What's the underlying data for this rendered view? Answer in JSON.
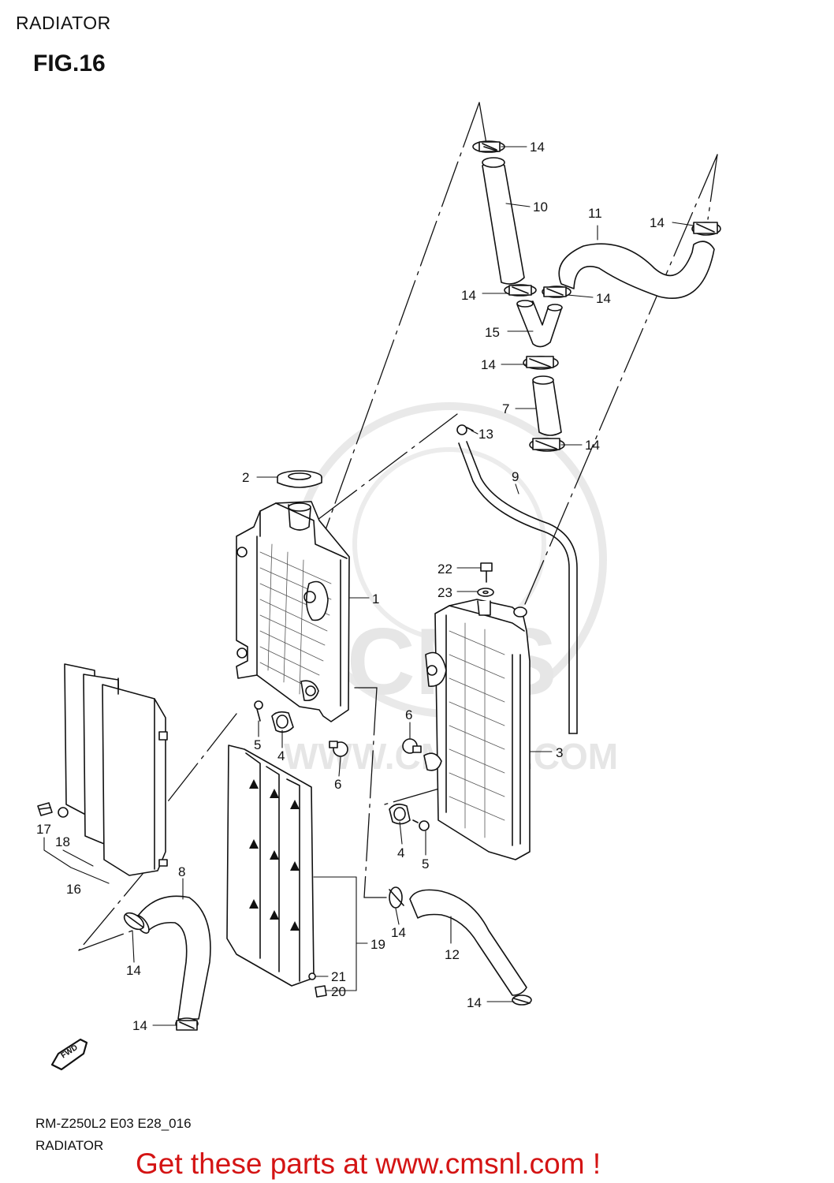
{
  "header": {
    "title": "RADIATOR",
    "figure": "FIG.16"
  },
  "footer": {
    "model_code": "RM-Z250L2  E03 E28_016",
    "section_name": "RADIATOR"
  },
  "cta": {
    "text": "Get these parts at www.cmsnl.com !",
    "color": "#d41414"
  },
  "watermark": {
    "brand": "CMS",
    "url": "WWW.CMSNL.COM"
  },
  "fwd_badge": {
    "text": "FWD"
  },
  "callouts": [
    {
      "id": "c14a",
      "text": "14"
    },
    {
      "id": "c10",
      "text": "10"
    },
    {
      "id": "c11",
      "text": "11"
    },
    {
      "id": "c14b",
      "text": "14"
    },
    {
      "id": "c14c",
      "text": "14"
    },
    {
      "id": "c14d",
      "text": "14"
    },
    {
      "id": "c15",
      "text": "15"
    },
    {
      "id": "c14e",
      "text": "14"
    },
    {
      "id": "c7",
      "text": "7"
    },
    {
      "id": "c13",
      "text": "13"
    },
    {
      "id": "c14f",
      "text": "14"
    },
    {
      "id": "c2",
      "text": "2"
    },
    {
      "id": "c9",
      "text": "9"
    },
    {
      "id": "c1",
      "text": "1"
    },
    {
      "id": "c22",
      "text": "22"
    },
    {
      "id": "c23",
      "text": "23"
    },
    {
      "id": "c3",
      "text": "3"
    },
    {
      "id": "c5a",
      "text": "5"
    },
    {
      "id": "c4a",
      "text": "4"
    },
    {
      "id": "c6a",
      "text": "6"
    },
    {
      "id": "c6b",
      "text": "6"
    },
    {
      "id": "c17",
      "text": "17"
    },
    {
      "id": "c18",
      "text": "18"
    },
    {
      "id": "c16",
      "text": "16"
    },
    {
      "id": "c4b",
      "text": "4"
    },
    {
      "id": "c5b",
      "text": "5"
    },
    {
      "id": "c8",
      "text": "8"
    },
    {
      "id": "c14g",
      "text": "14"
    },
    {
      "id": "c12",
      "text": "12"
    },
    {
      "id": "c19",
      "text": "19"
    },
    {
      "id": "c21",
      "text": "21"
    },
    {
      "id": "c20",
      "text": "20"
    },
    {
      "id": "c14h",
      "text": "14"
    },
    {
      "id": "c14i",
      "text": "14"
    },
    {
      "id": "c14j",
      "text": "14"
    }
  ]
}
